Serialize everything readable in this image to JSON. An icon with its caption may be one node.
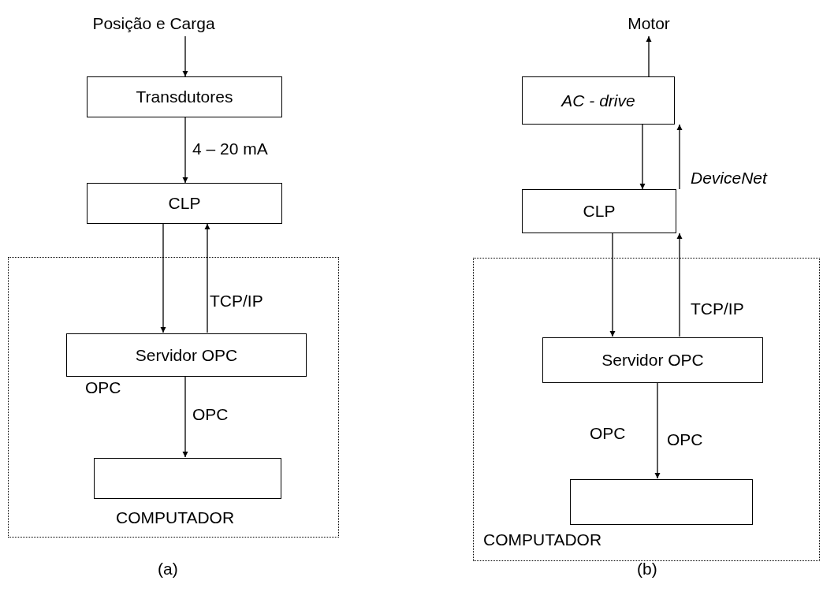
{
  "diagram": {
    "nodes": [
      {
        "text": [
          "Posição e Carga"
        ]
      },
      {
        "text": [
          "Transdutores"
        ]
      },
      {
        "text": [
          "CLP"
        ]
      },
      {
        "text": [
          "COMPUTADOR"
        ]
      },
      {
        "text": [
          "Servidor OPC"
        ],
        "in": 3
      },
      {
        "text": [],
        "shape": "box",
        "in": 3
      },
      {
        "text": [
          "Motor"
        ]
      },
      {
        "text": [
          "AC - drive"
        ]
      },
      {
        "text": [
          "CLP"
        ]
      },
      {
        "text": [
          "COMPUTADOR"
        ]
      },
      {
        "text": [
          "Servidor OPC"
        ],
        "in": 9
      },
      {
        "text": [],
        "shape": "box",
        "in": 9
      }
    ],
    "edges": [
      {
        "from": 0,
        "to": 1,
        "arrow": "to"
      },
      {
        "from": 1,
        "to": 2,
        "arrow": "to",
        "label": "4 – 20 mA"
      },
      {
        "from": 2,
        "to": 4,
        "arrow": "to"
      },
      {
        "from": 4,
        "to": 2,
        "arrow": "to",
        "label": "TCP/IP"
      },
      {
        "from": 4,
        "to": 5,
        "arrow": "to",
        "label": "OPC"
      },
      {
        "from": 7,
        "to": 6,
        "arrow": "to"
      },
      {
        "from": 7,
        "to": 8,
        "arrow": "to"
      },
      {
        "from": 8,
        "to": 7,
        "arrow": "to",
        "label": "DeviceNet"
      },
      {
        "from": 8,
        "to": 10,
        "arrow": "to"
      },
      {
        "from": 10,
        "to": 8,
        "arrow": "to",
        "label": "TCP/IP"
      },
      {
        "from": 10,
        "to": 11,
        "arrow": "to",
        "label": "OPC"
      }
    ],
    "labels": [
      "OPC",
      "OPC",
      "(a)",
      "(b)"
    ]
  }
}
